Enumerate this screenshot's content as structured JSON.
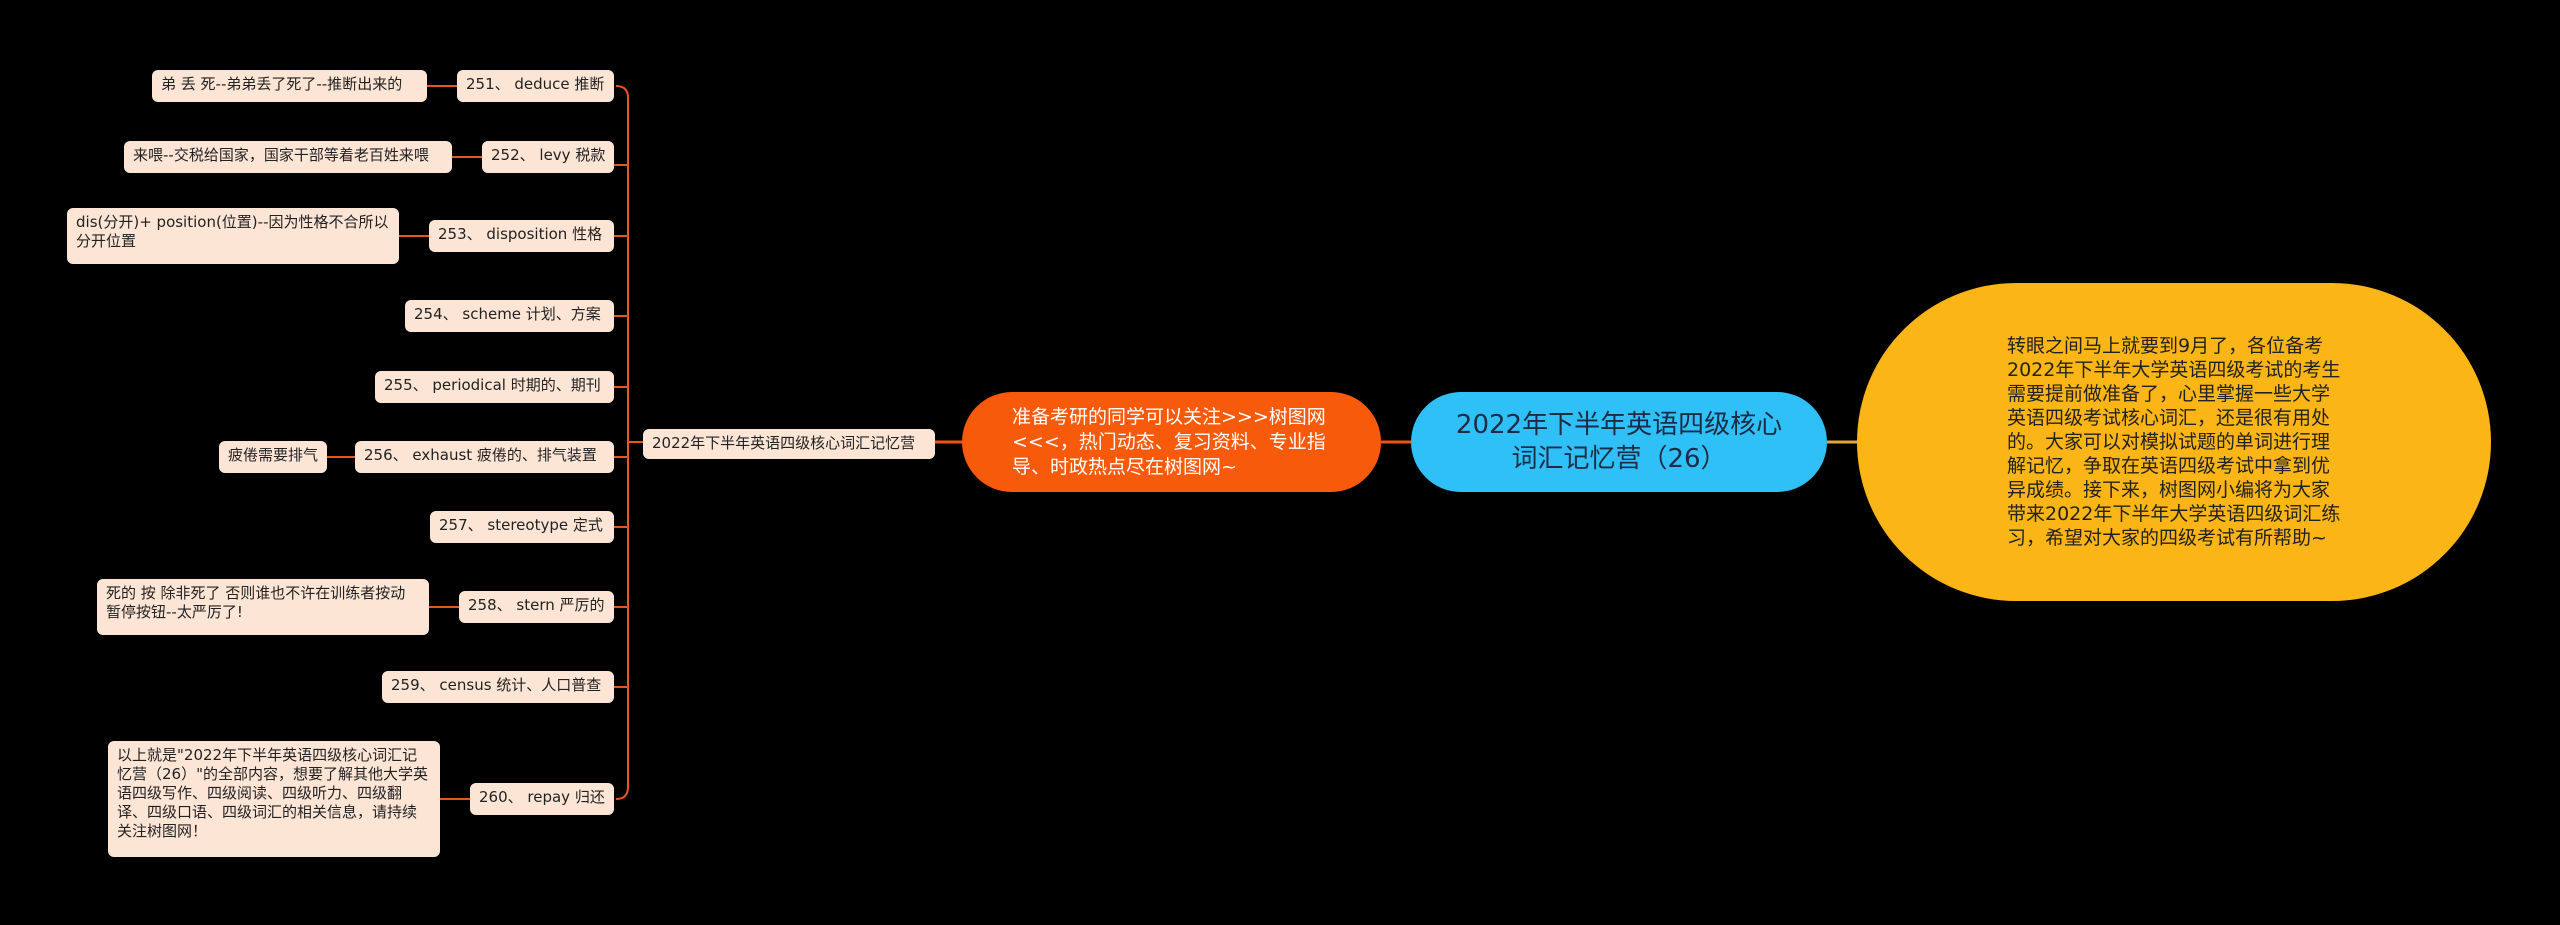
{
  "center": {
    "title": "2022年下半年英语四级核心词汇记忆营（26）"
  },
  "summary": {
    "text": "转眼之间马上就要到9月了，各位备考2022年下半年大学英语四级考试的考生需要提前做准备了，心里掌握一些大学英语四级考试核心词汇，还是很有用处的。大家可以对模拟试题的单词进行理解记忆，争取在英语四级考试中拿到优异成绩。接下来，树图网小编将为大家带来2022年下半年大学英语四级词汇练习，希望对大家的四级考试有所帮助~"
  },
  "promo": {
    "text": "准备考研的同学可以关注>>>树图网<<<，热门动态、复习资料、专业指导、时政热点尽在树图网~"
  },
  "hub": {
    "label": "2022年下半年英语四级核心词汇记忆营"
  },
  "words": [
    {
      "label": "251、 deduce 推断",
      "note": "弟 丢 死--弟弟丢了死了--推断出来的"
    },
    {
      "label": "252、 levy 税款",
      "note": "来喂--交税给国家，国家干部等着老百姓来喂"
    },
    {
      "label": "253、 disposition 性格",
      "note": "dis(分开)+ position(位置)--因为性格不合所以分开位置"
    },
    {
      "label": "254、 scheme 计划、方案",
      "note": ""
    },
    {
      "label": "255、 periodical 时期的、期刊",
      "note": ""
    },
    {
      "label": "256、 exhaust 疲倦的、排气装置",
      "note": "疲倦需要排气"
    },
    {
      "label": "257、 stereotype 定式",
      "note": ""
    },
    {
      "label": "258、 stern 严厉的",
      "note": "死的 按 除非死了 否则谁也不许在训练者按动暂停按钮--太严厉了!"
    },
    {
      "label": "259、 census 统计、人口普查",
      "note": ""
    },
    {
      "label": "260、 repay 归还",
      "note": "以上就是\"2022年下半年英语四级核心词汇记忆营（26）\"的全部内容，想要了解其他大学英语四级写作、四级阅读、四级听力、四级翻译、四级口语、四级词汇的相关信息，请持续关注树图网！"
    }
  ],
  "colors": {
    "center": "#2ec0f7",
    "promo": "#f85a0c",
    "summary": "#fbb516",
    "leaf": "#fde5d6",
    "line_orange": "#e8561b",
    "line_gold": "#e0a93a"
  }
}
